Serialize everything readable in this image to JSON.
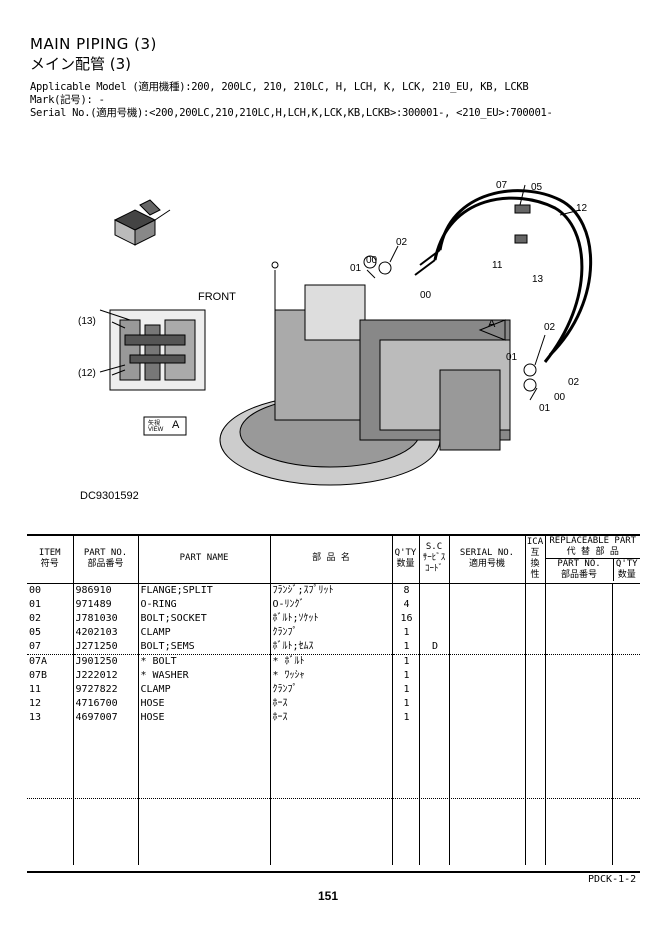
{
  "header": {
    "title_en": "MAIN PIPING (3)",
    "title_jp": "メイン配管 (3)",
    "applicable_model": "Applicable Model (適用機種):200, 200LC, 210, 210LC, H, LCH, K, LCK, 210_EU, KB, LCKB",
    "mark": "Mark(記号): -",
    "serial": "Serial No.(適用号機):<200,200LC,210,210LC,H,LCH,K,LCK,KB,LCKB>:300001-, <210_EU>:700001-"
  },
  "diagram": {
    "code": "DC9301592",
    "front_label": "FRONT",
    "view_label_jp": "矢視",
    "view_label_en": "VIEW",
    "view_letter": "A",
    "callouts": {
      "c07": "07",
      "c05": "05",
      "c12": "12",
      "c02a": "02",
      "c01a": "01",
      "c00a": "00",
      "c00b": "00",
      "c11": "11",
      "c13": "13",
      "cA": "A",
      "c02b": "02",
      "c01b": "01",
      "c02c": "02",
      "c00c": "00",
      "c01c": "01",
      "c13p": "(13)",
      "c12p": "(12)"
    }
  },
  "table": {
    "headers": {
      "item": "ITEM",
      "item_jp": "符号",
      "part_no": "PART NO.",
      "part_no_jp": "部品番号",
      "part_name": "PART NAME",
      "buhin": "部 品 名",
      "qty": "Q'TY",
      "qty_jp": "数量",
      "sc": "S.C",
      "sc2": "ｻｰﾋﾞｽ",
      "sc3": "ｺｰﾄﾞ",
      "serial": "SERIAL NO.",
      "serial_jp": "適用号機",
      "ica": "ICA",
      "ica2": "互",
      "ica3": "換",
      "ica4": "性",
      "replaceable": "REPLACEABLE PART",
      "replaceable_jp": "代 替 部 品",
      "rp_part_no": "PART NO.",
      "rp_part_no_jp": "部品番号",
      "rp_qty": "Q'TY",
      "rp_qty_jp": "数量"
    },
    "rows": [
      {
        "item": "00",
        "part_no": "986910",
        "name": "FLANGE;SPLIT",
        "jp": "ﾌﾗﾝｼﾞ;ｽﾌﾟﾘｯﾄ",
        "qty": "8",
        "sc": "",
        "sep": false
      },
      {
        "item": "01",
        "part_no": "971489",
        "name": "O-RING",
        "jp": "O-ﾘﾝｸﾞ",
        "qty": "4",
        "sc": "",
        "sep": false
      },
      {
        "item": "02",
        "part_no": "J781030",
        "name": "BOLT;SOCKET",
        "jp": "ﾎﾞﾙﾄ;ｿｹｯﾄ",
        "qty": "16",
        "sc": "",
        "sep": false
      },
      {
        "item": "05",
        "part_no": "4202103",
        "name": "CLAMP",
        "jp": "ｸﾗﾝﾌﾟ",
        "qty": "1",
        "sc": "",
        "sep": false
      },
      {
        "item": "07",
        "part_no": "J271250",
        "name": "BOLT;SEMS",
        "jp": "ﾎﾞﾙﾄ;ｾﾑｽ",
        "qty": "1",
        "sc": "D",
        "sep": false
      },
      {
        "item": "07A",
        "part_no": "J901250",
        "name": "* BOLT",
        "jp": "* ﾎﾞﾙﾄ",
        "qty": "1",
        "sc": "",
        "sep": true
      },
      {
        "item": "07B",
        "part_no": "J222012",
        "name": "* WASHER",
        "jp": "* ﾜｯｼｬ",
        "qty": "1",
        "sc": "",
        "sep": false
      },
      {
        "item": "11",
        "part_no": "9727822",
        "name": "CLAMP",
        "jp": "ｸﾗﾝﾌﾟ",
        "qty": "1",
        "sc": "",
        "sep": false
      },
      {
        "item": "12",
        "part_no": "4716700",
        "name": "HOSE",
        "jp": "ﾎｰｽ",
        "qty": "1",
        "sc": "",
        "sep": false
      },
      {
        "item": "13",
        "part_no": "4697007",
        "name": "HOSE",
        "jp": "ﾎｰｽ",
        "qty": "1",
        "sc": "",
        "sep": false
      }
    ]
  },
  "footer": {
    "doc_code": "PDCK-1-2",
    "page_number": "151"
  }
}
